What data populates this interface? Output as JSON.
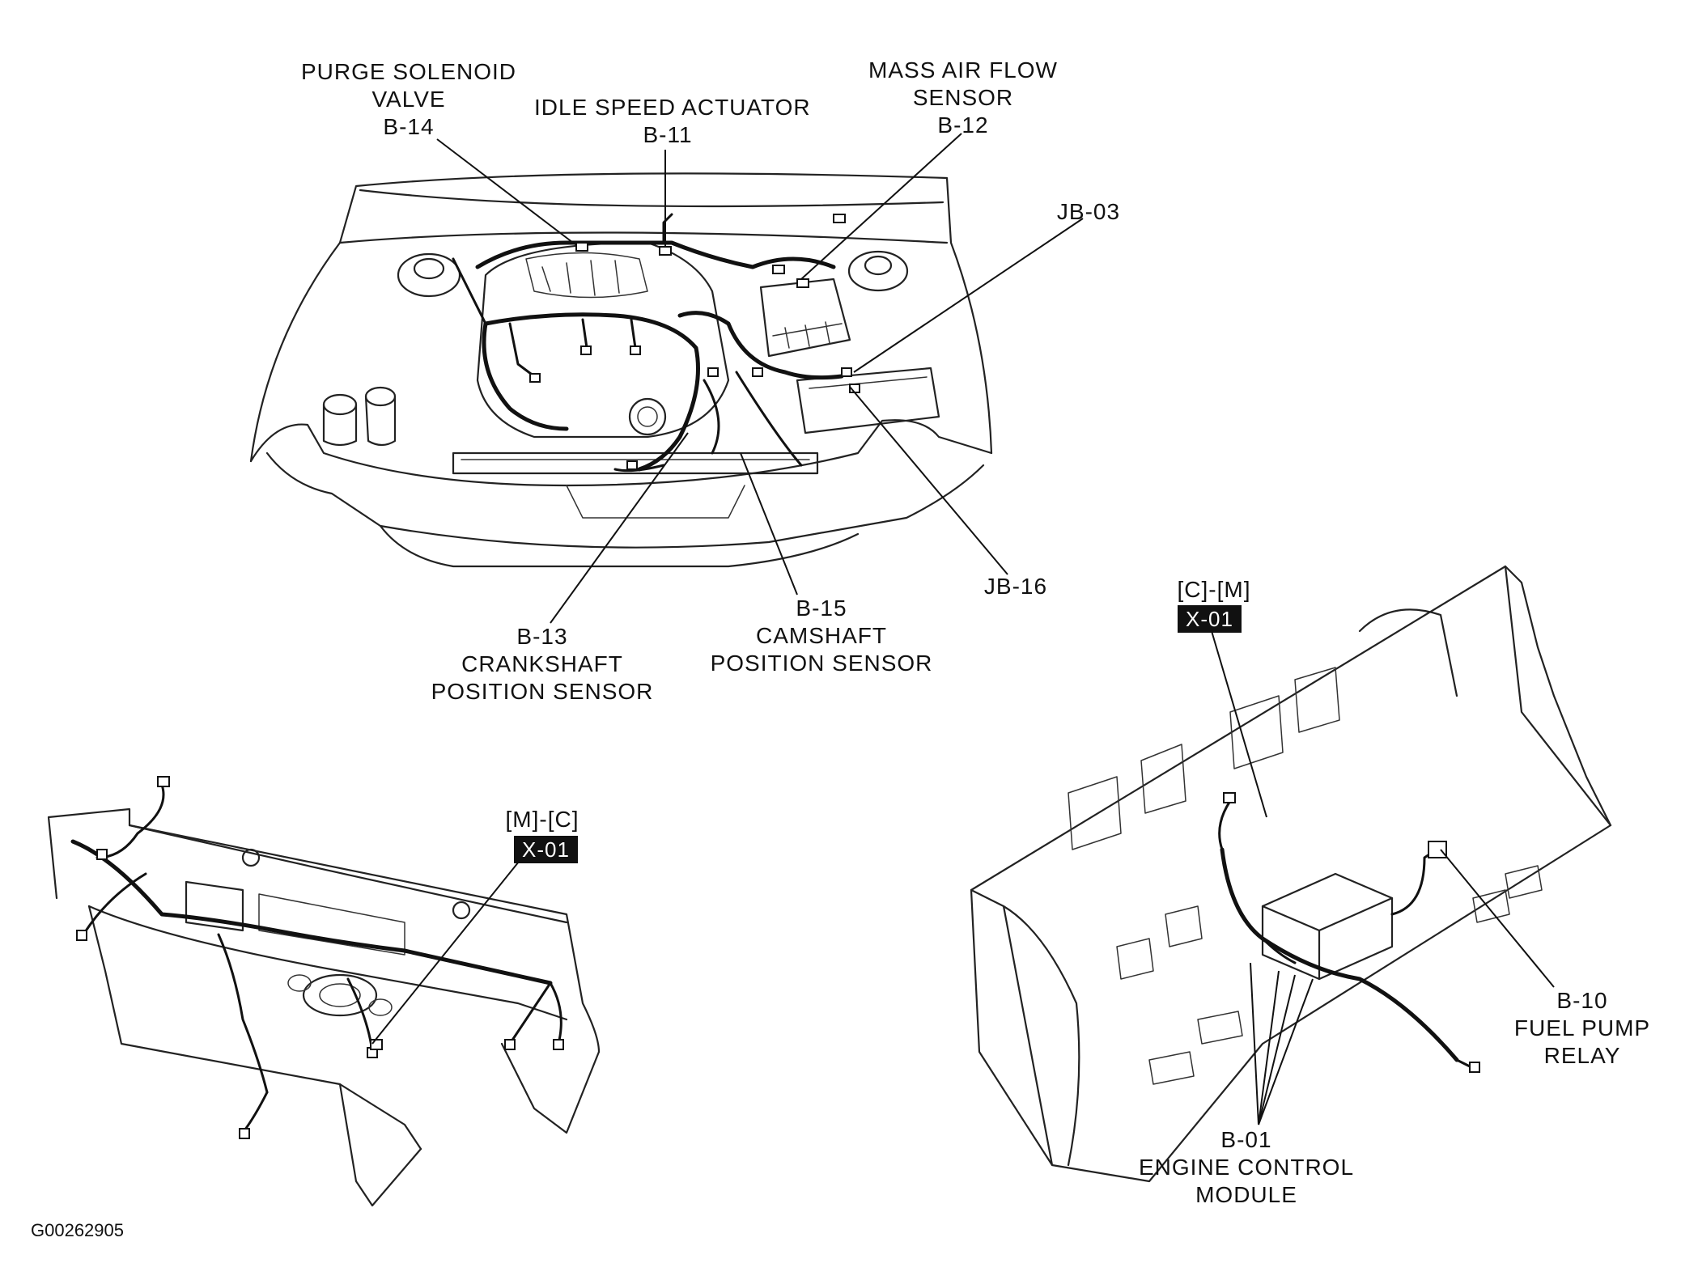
{
  "labels": {
    "purge": {
      "line1": "PURGE SOLENOID",
      "line2": "VALVE",
      "code": "B-14"
    },
    "idle": {
      "line1": "IDLE SPEED ACTUATOR",
      "code": "B-11"
    },
    "maf": {
      "line1": "MASS AIR FLOW",
      "line2": "SENSOR",
      "code": "B-12"
    },
    "jb03": {
      "code": "JB-03"
    },
    "jb16": {
      "code": "JB-16"
    },
    "crank": {
      "code": "B-13",
      "line1": "CRANKSHAFT",
      "line2": "POSITION SENSOR"
    },
    "cam": {
      "code": "B-15",
      "line1": "CAMSHAFT",
      "line2": "POSITION SENSOR"
    },
    "mc": {
      "route": "[M]-[C]",
      "tag": "X-01"
    },
    "cm": {
      "route": "[C]-[M]",
      "tag": "X-01"
    },
    "fuel": {
      "code": "B-10",
      "line1": "FUEL PUMP",
      "line2": "RELAY"
    },
    "ecm": {
      "code": "B-01",
      "line1": "ENGINE CONTROL",
      "line2": "MODULE"
    }
  },
  "figure_id": "G00262905"
}
